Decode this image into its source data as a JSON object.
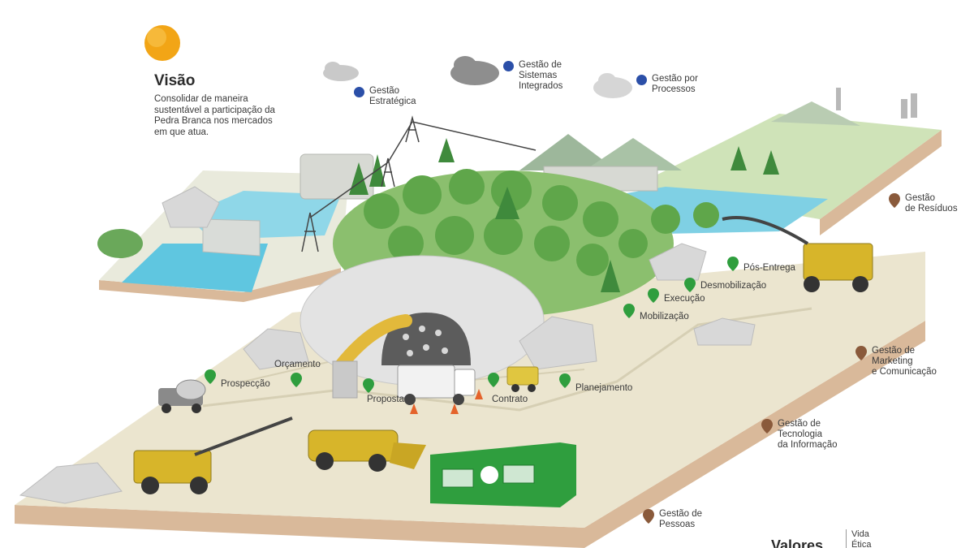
{
  "vision": {
    "title": "Visão",
    "description": "Consolidar de maneira\nsustentável a participação da\nPedra Branca nos mercados\nem que atua."
  },
  "management": [
    {
      "id": "gestao-estrategica",
      "label": "Gestão\nEstratégica"
    },
    {
      "id": "gestao-sistemas",
      "label": "Gestão de\nSistemas\nIntegrados"
    },
    {
      "id": "gestao-processos",
      "label": "Gestão por\nProcessos"
    },
    {
      "id": "gestao-residuos",
      "label": "Gestão\nde Resíduos"
    },
    {
      "id": "gestao-marketing",
      "label": "Gestão de\nMarketing\ne Comunicação"
    },
    {
      "id": "gestao-ti",
      "label": "Gestão de\nTecnologia\nda Informação"
    },
    {
      "id": "gestao-pessoas",
      "label": "Gestão de\nPessoas"
    }
  ],
  "stages": [
    {
      "id": "prospeccao",
      "label": "Prospecção"
    },
    {
      "id": "orcamento",
      "label": "Orçamento"
    },
    {
      "id": "proposta",
      "label": "Proposta"
    },
    {
      "id": "contrato",
      "label": "Contrato"
    },
    {
      "id": "planejamento",
      "label": "Planejamento"
    },
    {
      "id": "mobilizacao",
      "label": "Mobilização"
    },
    {
      "id": "execucao",
      "label": "Execução"
    },
    {
      "id": "desmobilizacao",
      "label": "Desmobilização"
    },
    {
      "id": "pos-entrega",
      "label": "Pós-Entrega"
    }
  ],
  "values": {
    "title": "Valores",
    "items": "Vida\nÉtica"
  },
  "colors": {
    "blue_marker": "#2b4fa8",
    "green_pin": "#2f9e3e",
    "brown_pin": "#8a5a3b",
    "sun": "#f2a516",
    "container": "#2f9e3e",
    "water": "#5fc6e0",
    "ground": "#e9e3cc",
    "soil": "#d9b99a",
    "machine_yellow": "#d7b52a"
  },
  "icons": {
    "sun": "sun-icon",
    "stage_pin": "map-pin-icon",
    "management_pin": "map-pin-icon",
    "management_dot": "dot-icon"
  }
}
